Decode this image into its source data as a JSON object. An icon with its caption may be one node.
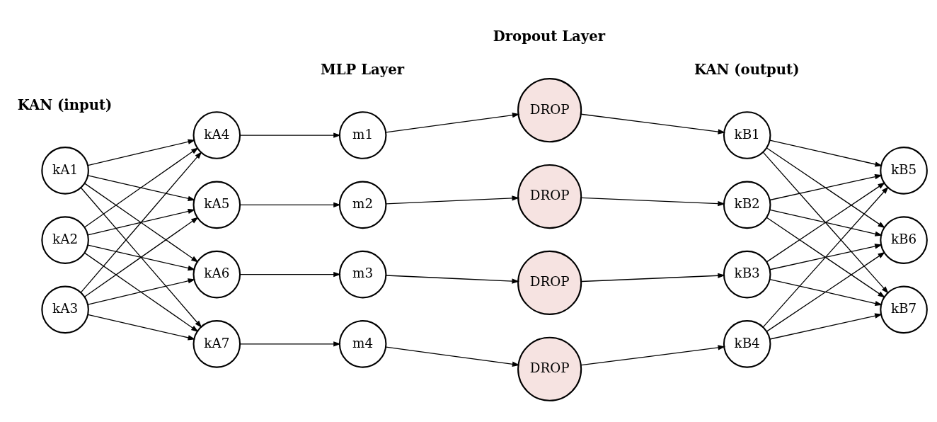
{
  "diagram": {
    "nodes": [
      {
        "text": [
          "kA1"
        ]
      },
      {
        "text": [
          "kA2"
        ]
      },
      {
        "text": [
          "kA3"
        ]
      },
      {
        "text": [
          "kA4"
        ]
      },
      {
        "text": [
          "kA5"
        ]
      },
      {
        "text": [
          "kA6"
        ]
      },
      {
        "text": [
          "kA7"
        ]
      },
      {
        "text": [
          "m1"
        ]
      },
      {
        "text": [
          "m2"
        ]
      },
      {
        "text": [
          "m3"
        ]
      },
      {
        "text": [
          "m4"
        ]
      },
      {
        "text": [
          "DROP"
        ]
      },
      {
        "text": [
          "DROP"
        ]
      },
      {
        "text": [
          "DROP"
        ]
      },
      {
        "text": [
          "DROP"
        ]
      },
      {
        "text": [
          "kB1"
        ]
      },
      {
        "text": [
          "kB2"
        ]
      },
      {
        "text": [
          "kB3"
        ]
      },
      {
        "text": [
          "kB4"
        ]
      },
      {
        "text": [
          "kB5"
        ]
      },
      {
        "text": [
          "kB6"
        ]
      },
      {
        "text": [
          "kB7"
        ]
      }
    ],
    "edges": [
      {
        "from": 0,
        "to": 3,
        "arrow": "to"
      },
      {
        "from": 0,
        "to": 4,
        "arrow": "to"
      },
      {
        "from": 0,
        "to": 5,
        "arrow": "to"
      },
      {
        "from": 0,
        "to": 6,
        "arrow": "to"
      },
      {
        "from": 1,
        "to": 3,
        "arrow": "to"
      },
      {
        "from": 1,
        "to": 4,
        "arrow": "to"
      },
      {
        "from": 1,
        "to": 5,
        "arrow": "to"
      },
      {
        "from": 1,
        "to": 6,
        "arrow": "to"
      },
      {
        "from": 2,
        "to": 3,
        "arrow": "to"
      },
      {
        "from": 2,
        "to": 4,
        "arrow": "to"
      },
      {
        "from": 2,
        "to": 5,
        "arrow": "to"
      },
      {
        "from": 2,
        "to": 6,
        "arrow": "to"
      },
      {
        "from": 3,
        "to": 7,
        "arrow": "to"
      },
      {
        "from": 4,
        "to": 8,
        "arrow": "to"
      },
      {
        "from": 5,
        "to": 9,
        "arrow": "to"
      },
      {
        "from": 6,
        "to": 10,
        "arrow": "to"
      },
      {
        "from": 7,
        "to": 11,
        "arrow": "to"
      },
      {
        "from": 8,
        "to": 12,
        "arrow": "to"
      },
      {
        "from": 9,
        "to": 13,
        "arrow": "to"
      },
      {
        "from": 10,
        "to": 14,
        "arrow": "to"
      },
      {
        "from": 11,
        "to": 15,
        "arrow": "to"
      },
      {
        "from": 12,
        "to": 16,
        "arrow": "to"
      },
      {
        "from": 13,
        "to": 17,
        "arrow": "to"
      },
      {
        "from": 14,
        "to": 18,
        "arrow": "to"
      },
      {
        "from": 15,
        "to": 19,
        "arrow": "to"
      },
      {
        "from": 15,
        "to": 20,
        "arrow": "to"
      },
      {
        "from": 15,
        "to": 21,
        "arrow": "to"
      },
      {
        "from": 16,
        "to": 19,
        "arrow": "to"
      },
      {
        "from": 16,
        "to": 20,
        "arrow": "to"
      },
      {
        "from": 16,
        "to": 21,
        "arrow": "to"
      },
      {
        "from": 17,
        "to": 19,
        "arrow": "to"
      },
      {
        "from": 17,
        "to": 20,
        "arrow": "to"
      },
      {
        "from": 17,
        "to": 21,
        "arrow": "to"
      },
      {
        "from": 18,
        "to": 19,
        "arrow": "to"
      },
      {
        "from": 18,
        "to": 20,
        "arrow": "to"
      },
      {
        "from": 18,
        "to": 21,
        "arrow": "to"
      }
    ],
    "labels": [
      "KAN (input)",
      "MLP Layer",
      "Dropout Layer",
      "KAN (output)"
    ]
  }
}
